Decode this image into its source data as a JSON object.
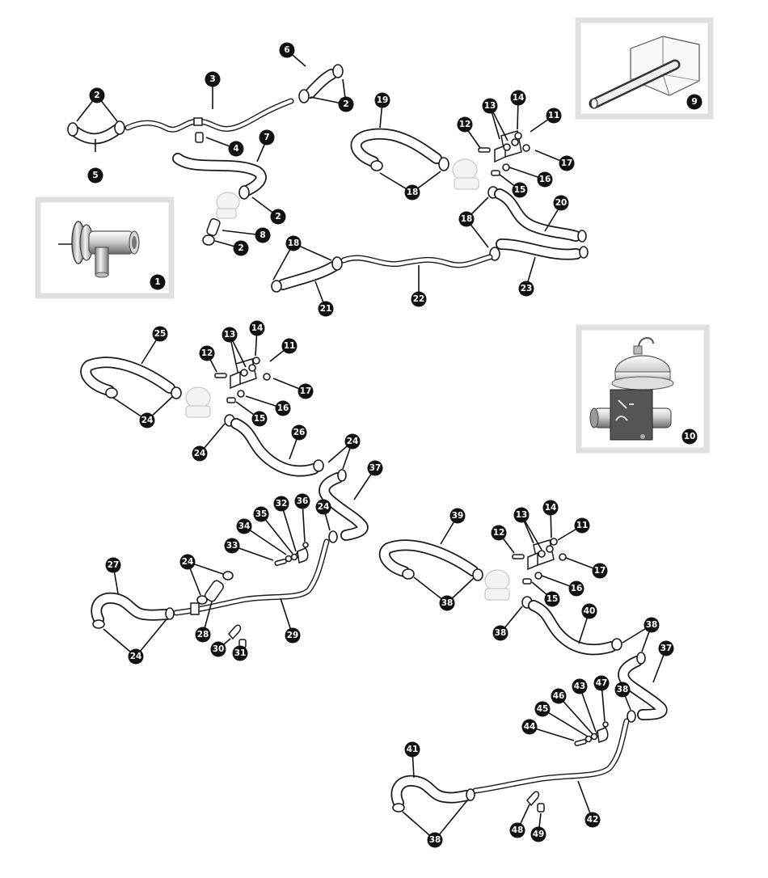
{
  "callouts": {
    "c1": "1",
    "c2": "2",
    "c3": "3",
    "c4": "4",
    "c5": "5",
    "c6": "6",
    "c7": "7",
    "c8": "8",
    "c9": "9",
    "c10": "10",
    "c11": "11",
    "c12": "12",
    "c13": "13",
    "c14": "14",
    "c15": "15",
    "c16": "16",
    "c17": "17",
    "c18": "18",
    "c19": "19",
    "c20": "20",
    "c21": "21",
    "c22": "22",
    "c23": "23",
    "c24": "24",
    "c25": "25",
    "c26": "26",
    "c27": "27",
    "c28": "28",
    "c29": "29",
    "c30": "30",
    "c31": "31",
    "c32": "32",
    "c33": "33",
    "c34": "34",
    "c35": "35",
    "c36": "36",
    "c37": "37",
    "c38": "38",
    "c39": "39",
    "c40": "40",
    "c41": "41",
    "c42": "42",
    "c43": "43",
    "c44": "44",
    "c45": "45",
    "c46": "46",
    "c47": "47",
    "c48": "48",
    "c49": "49"
  },
  "colors": {
    "ink": "#1a1a1a",
    "inset_frame": "#e0e0e0",
    "ghost_part": "#c9c9c9",
    "metal_light": "#e8e8e8",
    "metal_dark": "#6b6b6b",
    "background": "#ffffff"
  }
}
